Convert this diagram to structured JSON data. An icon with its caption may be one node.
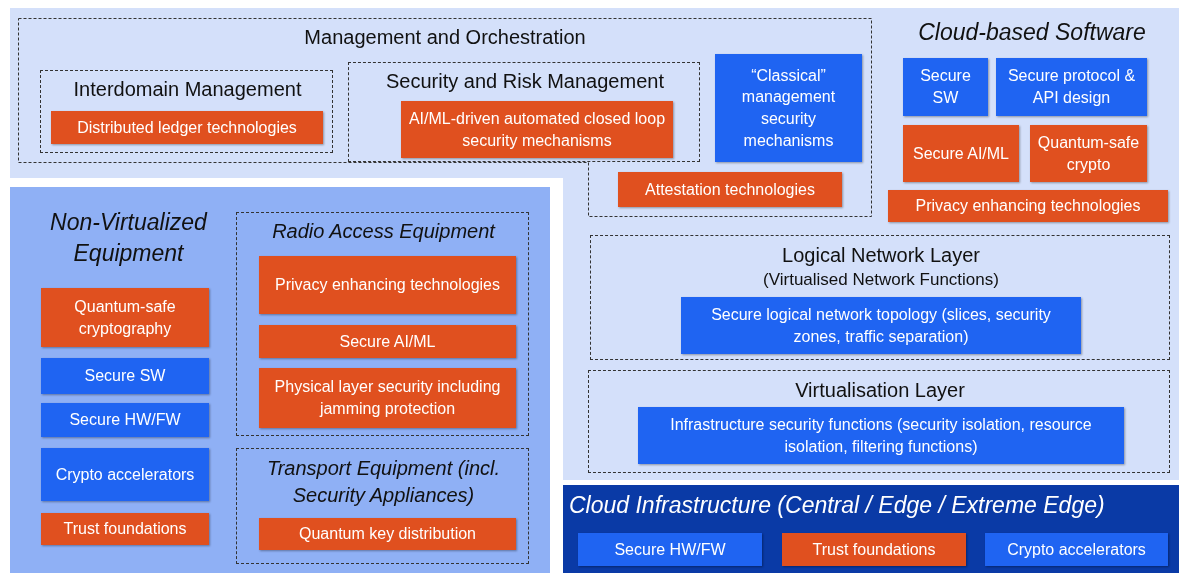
{
  "diagram": {
    "nodes": [
      {
        "text": [
          "Management and Orchestration"
        ]
      },
      {
        "text": [
          "Interdomain Management"
        ],
        "in": 0
      },
      {
        "text": [
          "Distributed ledger technologies"
        ],
        "in": 1
      },
      {
        "text": [
          "Security and Risk Management"
        ],
        "in": 0
      },
      {
        "text": [
          "AI/ML-driven automated closed loop security mechanisms"
        ],
        "in": 3
      },
      {
        "text": [
          "“Classical” management security mechanisms"
        ],
        "in": 0
      },
      {
        "text": [
          "Attestation technologies"
        ],
        "in": 0
      },
      {
        "text": [
          "Cloud-based Software"
        ]
      },
      {
        "text": [
          "Secure SW"
        ],
        "in": 7
      },
      {
        "text": [
          "Secure protocol & API design"
        ],
        "in": 7
      },
      {
        "text": [
          "Secure AI/ML"
        ],
        "in": 7
      },
      {
        "text": [
          "Quantum-safe crypto"
        ],
        "in": 7
      },
      {
        "text": [
          "Privacy enhancing technologies"
        ],
        "in": 7
      },
      {
        "text": [
          "Logical Network Layer",
          "(Virtualised Network Functions)"
        ]
      },
      {
        "text": [
          "Secure logical network topology (slices, security zones, traffic separation)"
        ],
        "in": 13
      },
      {
        "text": [
          "Virtualisation Layer"
        ]
      },
      {
        "text": [
          "Infrastructure security functions (security isolation, resource isolation, filtering functions)"
        ],
        "in": 15
      },
      {
        "text": [
          "Non-Virtualized Equipment"
        ]
      },
      {
        "text": [
          "Quantum-safe cryptography"
        ],
        "in": 17
      },
      {
        "text": [
          "Secure SW"
        ],
        "in": 17
      },
      {
        "text": [
          "Secure HW/FW"
        ],
        "in": 17
      },
      {
        "text": [
          "Crypto accelerators"
        ],
        "in": 17
      },
      {
        "text": [
          "Trust foundations"
        ],
        "in": 17
      },
      {
        "text": [
          "Radio Access Equipment"
        ],
        "in": 17
      },
      {
        "text": [
          "Privacy enhancing technologies"
        ],
        "in": 23
      },
      {
        "text": [
          "Secure AI/ML"
        ],
        "in": 23
      },
      {
        "text": [
          "Physical layer security including jamming protection"
        ],
        "in": 23
      },
      {
        "text": [
          "Transport Equipment (incl. Security Appliances)"
        ],
        "in": 17
      },
      {
        "text": [
          "Quantum key distribution"
        ],
        "in": 27
      },
      {
        "text": [
          "Cloud Infrastructure (Central / Edge / Extreme Edge)"
        ]
      },
      {
        "text": [
          "Secure HW/FW"
        ],
        "in": 29
      },
      {
        "text": [
          "Trust foundations"
        ],
        "in": 29
      },
      {
        "text": [
          "Crypto accelerators"
        ],
        "in": 29
      }
    ]
  }
}
